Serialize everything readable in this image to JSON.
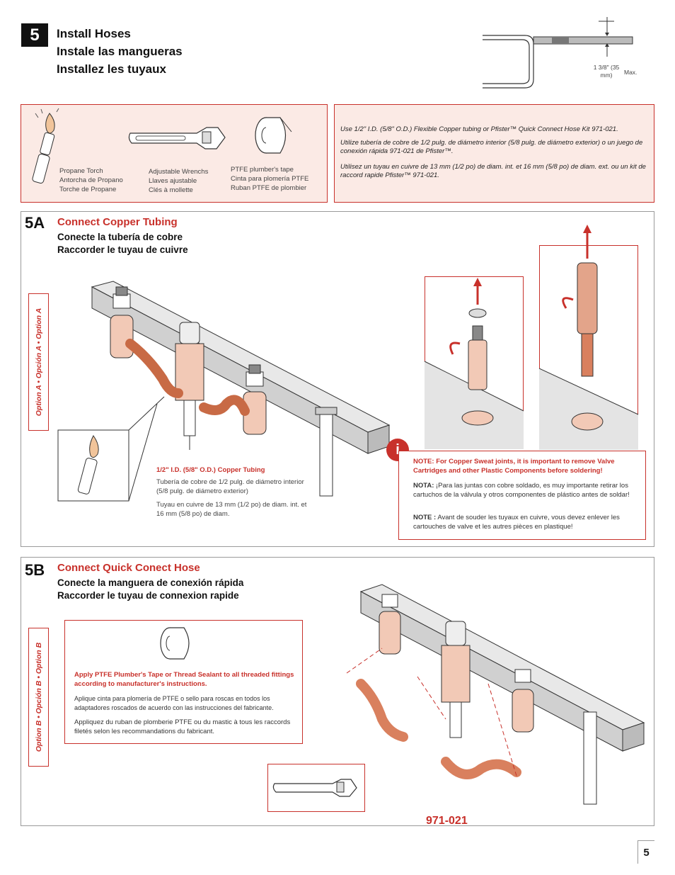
{
  "step": {
    "number": "5",
    "title_en": "Install Hoses",
    "title_es": "Instale las mangueras",
    "title_fr": "Installez les tuyaux"
  },
  "deck_diagram": {
    "dimension": "1 3/8\" (35 mm)",
    "max_label": "Max."
  },
  "tools": [
    {
      "icon": "propane-torch-icon",
      "en": "Propane Torch",
      "es": "Antorcha de Propano",
      "fr": "Torche de Propane"
    },
    {
      "icon": "adjustable-wrench-icon",
      "en": "Adjustable Wrenchs",
      "es": "Llaves ajustable",
      "fr": "Clés à mollette"
    },
    {
      "icon": "ptfe-tape-icon",
      "en": "PTFE plumber's tape",
      "es": "Cinta para plomería PTFE",
      "fr": "Ruban PTFE de plombier"
    }
  ],
  "tubing_note": {
    "en": "Use 1/2\" I.D. (5/8\" O.D.) Flexible Copper tubing or  Pfister™ Quick Connect Hose Kit 971-021.",
    "es": "Utilize tubería de cobre de 1/2 pulg. de diámetro interior (5/8 pulg. de diámetro exterior) o un juego de conexión rápida 971-021 de Pfister™.",
    "fr": "Utilisez un tuyau en cuivre de 13 mm (1/2 po) de diam. int. et 16 mm (5/8 po) de diam. ext. ou un kit de raccord rapide Pfister™ 971-021."
  },
  "section_a": {
    "number": "5A",
    "title_en": "Connect Copper Tubing",
    "title_es": "Conecte la tubería de cobre",
    "title_fr": "Raccorder le tuyau de cuivre",
    "tab": "Option A  •  Opción A  •  Option A",
    "tubing_label_en": "1/2\" I.D. (5/8\" O.D.) Copper Tubing",
    "tubing_label_es": "Tubería de cobre de 1/2 pulg. de diámetro interior (5/8 pulg. de diámetro exterior)",
    "tubing_label_fr": "Tuyau en cuivre de 13 mm (1/2 po) de diam. int. et 16 mm (5/8 po) de diam.",
    "note_icon": "i",
    "note_en": "NOTE: For Copper Sweat joints, it is important to remove Valve Cartridges and other Plastic Components before soldering!",
    "note_es_label": "NOTA:",
    "note_es": "¡Para las juntas con cobre soldado, es muy importante retirar los cartuchos de la válvula y otros componentes de plástico antes de soldar!",
    "note_fr_label": "NOTE :",
    "note_fr": "Avant de souder les tuyaux en cuivre, vous devez enlever les cartouches de valve et les autres pièces en plastique!"
  },
  "section_b": {
    "number": "5B",
    "title_en": "Connect Quick Conect Hose",
    "title_es": "Conecte la manguera de conexión rápida",
    "title_fr": "Raccorder le tuyau de connexion rapide",
    "tab": "Option B  •  Opción B  •  Option B",
    "tape_en": "Apply PTFE Plumber's Tape or Thread Sealant to all threaded fittings according to manufacturer's instructions.",
    "tape_es": "Aplique cinta para plomería de PTFE o sello para roscas en todos los adaptadores roscados de acuerdo con las instrucciones del fabricante.",
    "tape_fr": "Appliquez du ruban de plomberie PTFE ou du mastic à tous les raccords filetés selon les recommandations du fabricant.",
    "kit_number": "971-021"
  },
  "page_number": "5",
  "colors": {
    "accent_red": "#c8312b",
    "pink_fill": "#fbeae5",
    "copper": "#d9805e"
  }
}
